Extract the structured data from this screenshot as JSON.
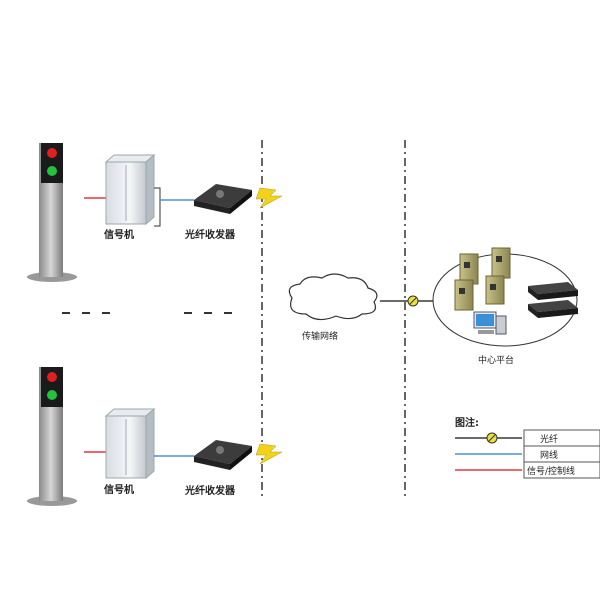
{
  "labels": {
    "signal_machine": "信号机",
    "fiber_transceiver": "光纤收发器",
    "transport_network": "传输网络",
    "center_platform": "中心平台"
  },
  "legend": {
    "title": "图注:",
    "items": [
      {
        "label": "光纤",
        "line_color": "#111111",
        "icon": "fiber-coil-icon"
      },
      {
        "label": "网线",
        "line_color": "#4a90d9"
      },
      {
        "label": "信号/控制线",
        "line_color": "#e0393e"
      }
    ]
  },
  "colors": {
    "signal_wire": "#e0393e",
    "network_wire": "#4a90d9",
    "fiber": "#111111",
    "fiber_coil": "#e8e23a",
    "lightning": "#f2d21c"
  },
  "icons": [
    "traffic-light-pole-icon",
    "cabinet-icon",
    "transceiver-icon",
    "lightning-icon",
    "cloud-icon",
    "server-icon",
    "monitor-icon",
    "switch-icon",
    "fiber-coil-icon"
  ]
}
